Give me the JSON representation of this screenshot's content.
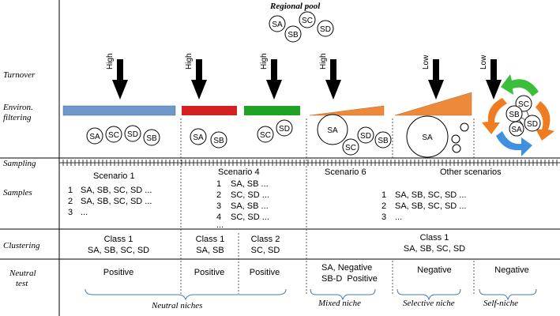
{
  "title": "Regional pool",
  "pool_species": [
    "SA",
    "SB",
    "SC",
    "SD"
  ],
  "row_labels": {
    "turnover": "Turnover",
    "environ_line1": "Environ.",
    "environ_line2": "filtering",
    "sampling": "Sampling",
    "samples": "Samples",
    "clustering": "Clustering",
    "neutral_line1": "Neutral",
    "neutral_line2": "test"
  },
  "turnover": [
    "High",
    "High",
    "High",
    "High",
    "Low",
    "Low"
  ],
  "filter_colors": {
    "blue": "#6f97c9",
    "red": "#d42020",
    "green": "#1fa324",
    "orange": "#ec8a3a",
    "arrow_green": "#3bbf3b",
    "arrow_orange": "#f07c22",
    "arrow_blue": "#3f91e0"
  },
  "communities": {
    "c1": [
      "SA",
      "SC",
      "SD",
      "SB"
    ],
    "c2": [
      "SA",
      "SB"
    ],
    "c3": [
      "SC",
      "SD"
    ],
    "c4": [
      "SA",
      "SC",
      "SD",
      "SB"
    ],
    "c5": [
      "SA"
    ],
    "c6": [
      "SC",
      "SB",
      "SD",
      "SA"
    ]
  },
  "scenarios": {
    "s1": "Scenario 1",
    "s4": "Scenario 4",
    "s6": "Scenario 6",
    "other": "Other scenarios"
  },
  "samples": {
    "s1": [
      {
        "n": "1",
        "text": "SA, SB, SC, SD ..."
      },
      {
        "n": "2",
        "text": "SA, SB, SC, SD ..."
      },
      {
        "n": "3",
        "text": "..."
      }
    ],
    "s4": [
      {
        "n": "1",
        "text": "SA, SB ..."
      },
      {
        "n": "2",
        "text": "SC, SD ..."
      },
      {
        "n": "3",
        "text": "SA, SB ..."
      },
      {
        "n": "4",
        "text": "SC, SD ..."
      }
    ],
    "s4_more": "...",
    "other": [
      {
        "n": "1",
        "text": "SA, SB, SC, SD ..."
      },
      {
        "n": "2",
        "text": "SA, SB, SC, SD ..."
      },
      {
        "n": "3",
        "text": "..."
      }
    ]
  },
  "clustering": {
    "a": {
      "cls": "Class 1",
      "species": "SA, SB, SC, SD"
    },
    "b": {
      "cls": "Class 1",
      "species": "SA, SB"
    },
    "c": {
      "cls": "Class 2",
      "species": "SC, SD"
    },
    "d": {
      "cls": "Class 1",
      "species": "SA, SB, SC, SD"
    }
  },
  "neutral_test": {
    "a": "Positive",
    "b": "Positive",
    "c": "Positive",
    "d1": "SA, Negative",
    "d2": "SB-D  Positive",
    "e": "Negative",
    "f": "Negative"
  },
  "niches": {
    "neutral": "Neutral niches",
    "mixed": "Mixed niche",
    "selective": "Selective niche",
    "self": "Self-niche"
  }
}
